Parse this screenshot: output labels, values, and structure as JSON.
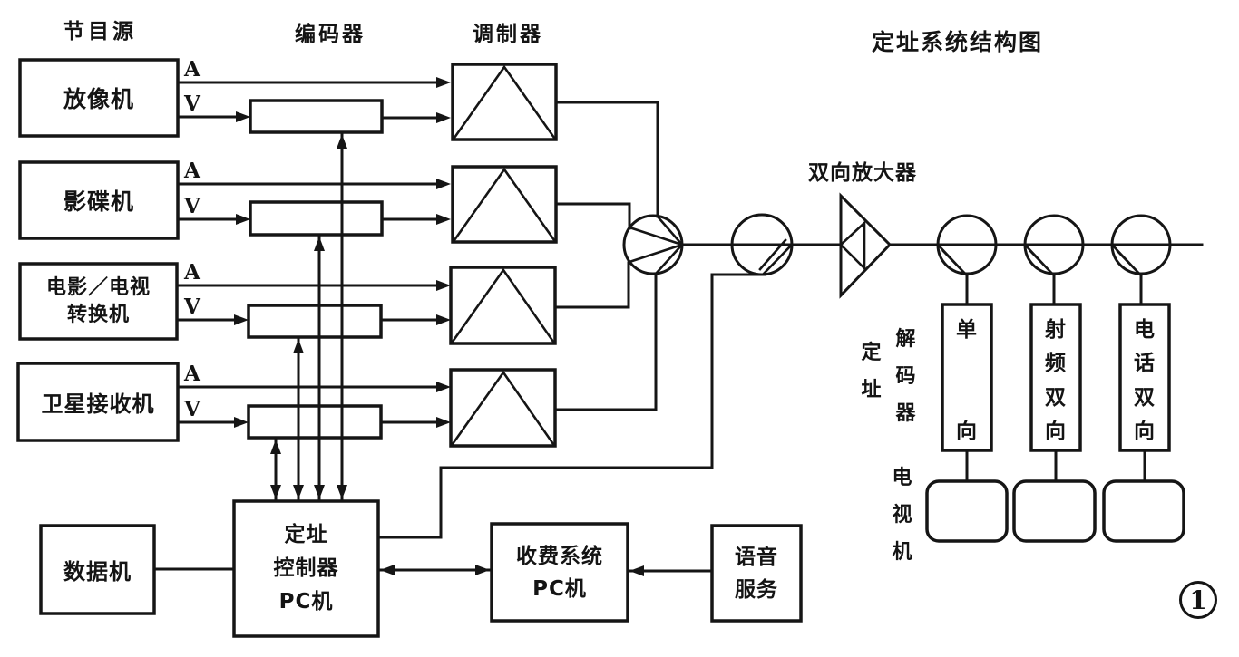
{
  "title": "定址系统结构图",
  "figure_number": "1",
  "headers": {
    "sources": "节目源",
    "encoders": "编码器",
    "modulators": "调制器"
  },
  "amplifier_label": "双向放大器",
  "sources": [
    {
      "name": "放像机",
      "a": "A",
      "v": "V"
    },
    {
      "name": "影碟机",
      "a": "A",
      "v": "V"
    },
    {
      "name": "电影／电视",
      "name2": "转换机",
      "a": "A",
      "v": "V"
    },
    {
      "name": "卫星接收机",
      "a": "A",
      "v": "V"
    }
  ],
  "trunk_labels": {
    "addressing": "定址",
    "decoder": "解码器",
    "tv": "电视机"
  },
  "decoders": [
    "单向",
    "射频双向",
    "电话双向"
  ],
  "bottom": {
    "data_modem": "数据机",
    "controller": [
      "定址",
      "控制器",
      "PC机"
    ],
    "billing": [
      "收费系统",
      "PC机"
    ],
    "voice": [
      "语音",
      "服务"
    ]
  }
}
